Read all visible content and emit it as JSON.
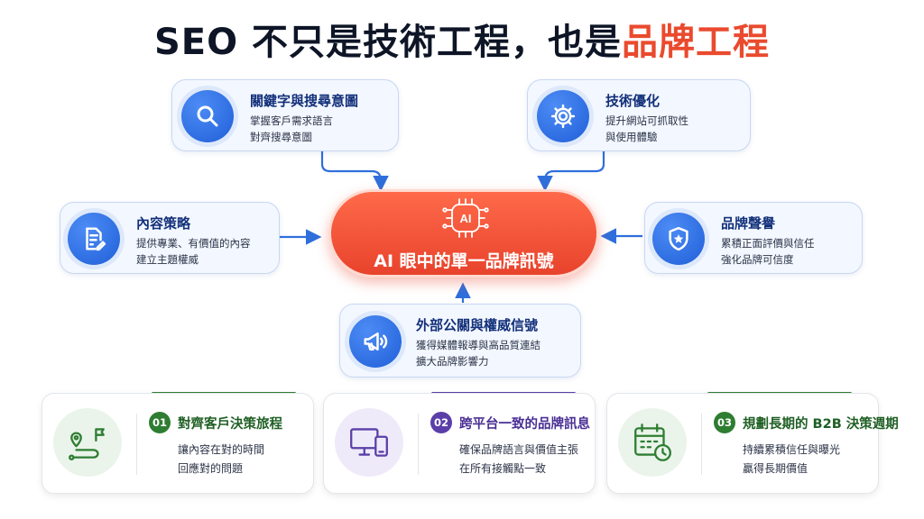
{
  "title": {
    "main": "SEO 不只是技術工程，也是",
    "accent": "品牌工程"
  },
  "center": {
    "label": "AI 眼中的單一品牌訊號",
    "icon_text": "AI"
  },
  "cards": {
    "keywords": {
      "title": "關鍵字與搜尋意圖",
      "lines": [
        "掌握客戶需求語言",
        "對齊搜尋意圖"
      ]
    },
    "tech": {
      "title": "技術優化",
      "lines": [
        "提升網站可抓取性",
        "與使用體驗"
      ]
    },
    "content": {
      "title": "內容策略",
      "lines": [
        "提供專業、有價值的內容",
        "建立主題權威"
      ]
    },
    "reputation": {
      "title": "品牌聲譽",
      "lines": [
        "累積正面評價與信任",
        "強化品牌可信度"
      ]
    },
    "pr": {
      "title": "外部公關與權威信號",
      "lines": [
        "獲得媒體報導與高品質連結",
        "擴大品牌影響力"
      ]
    }
  },
  "bottom": [
    {
      "num": "01",
      "title": "對齊客戶決策旅程",
      "lines": [
        "讓內容在對的時間",
        "回應對的問題"
      ],
      "color": "#2e7d32"
    },
    {
      "num": "02",
      "title": "跨平台一致的品牌訊息",
      "lines": [
        "確保品牌語言與價值主張",
        "在所有接觸點一致"
      ],
      "color": "#5b3fa8"
    },
    {
      "num": "03",
      "title": "規劃長期的 B2B 決策週期",
      "lines": [
        "持續累積信任與曝光",
        "贏得長期價值"
      ],
      "color": "#2e7d32"
    }
  ],
  "colors": {
    "accent": "#ea4a2e",
    "blue": "#2563d8",
    "green": "#2e7d32",
    "purple": "#5b3fa8"
  }
}
